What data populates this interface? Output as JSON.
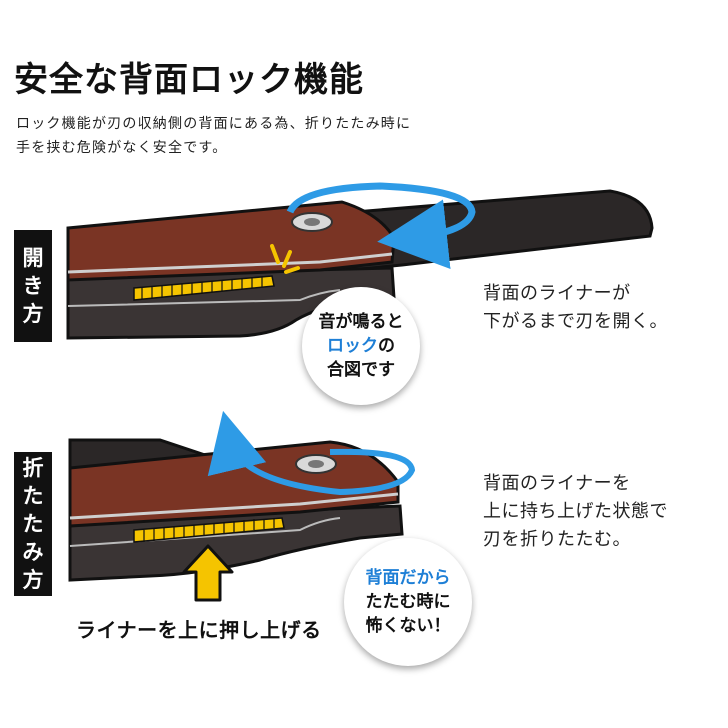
{
  "title": "安全な背面ロック機能",
  "intro": {
    "line1": "ロック機能が刃の収納側の背面にある為、折りたたみ時に",
    "line2": "手を挟む危険がなく安全です。"
  },
  "open_section": {
    "side_label": [
      "開",
      "き",
      "方"
    ],
    "description": [
      "背面のライナーが",
      "下がるまで刃を開く。"
    ],
    "bubble": {
      "line1": "音が鳴ると",
      "line2_accent": "ロック",
      "line2_rest": "の",
      "line3": "合図です"
    }
  },
  "fold_section": {
    "side_label": [
      "折",
      "た",
      "た",
      "み",
      "方"
    ],
    "description": [
      "背面のライナーを",
      "上に持ち上げた状態で",
      "刃を折りたたむ。"
    ],
    "bubble": {
      "line1_accent": "背面だから",
      "line2": "たたむ時に",
      "line3": "怖くない！"
    },
    "caption": "ライナーを上に押し上げる"
  },
  "colors": {
    "handle_wood": "#7a3424",
    "blade_dark": "#2b2727",
    "liner_yellow": "#f5c400",
    "arrow_blue": "#2e9be6",
    "accent_blue": "#1e7fd6",
    "label_black": "#111111"
  }
}
